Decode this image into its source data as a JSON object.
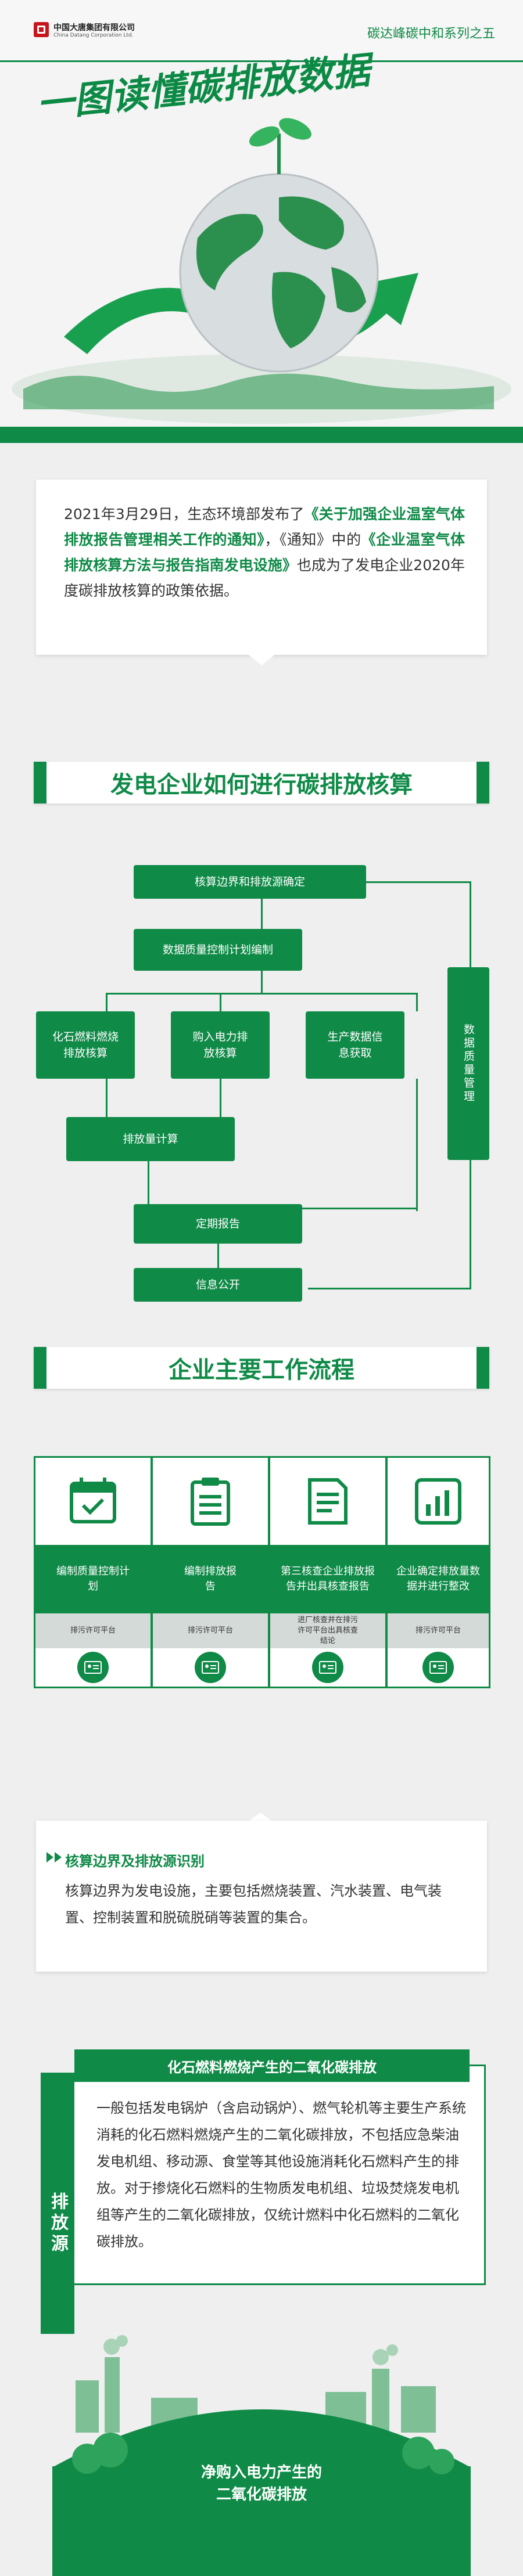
{
  "header": {
    "company_cn": "中国大唐集团有限公司",
    "company_en": "China Datang Corporation Ltd.",
    "series": "碳达峰碳中和系列之五"
  },
  "hero": {
    "title": "一图读懂碳排放数据"
  },
  "intro": {
    "p1": "2021年3月29日，生态环境部发布了",
    "hl1": "《关于加强企业温室气体排放报告管理相关工作的通知》",
    "p2": "，《通知》中的",
    "hl2": "《企业温室气体排放核算方法与报告指南发电设施》",
    "p3": "也成为了发电企业2020年度碳排放核算的政策依据。"
  },
  "section1": {
    "title": "发电企业如何进行碳排放核算"
  },
  "flow": {
    "b1": "核算边界和排放源确定",
    "b2": "数据质量控制计划编制",
    "b3": "化石燃料燃烧排放核算",
    "b4": "购入电力排放核算",
    "b5": "生产数据信息获取",
    "b6": "排放量计算",
    "b7": "定期报告",
    "b8": "信息公开",
    "side": "数据质量管理"
  },
  "section2": {
    "title": "企业主要工作流程"
  },
  "process": [
    {
      "label": "编制质量控制计划",
      "sub": "排污许可平台",
      "icon": "calendar-check-icon"
    },
    {
      "label": "编制排放报告",
      "sub": "排污许可平台",
      "icon": "clipboard-icon"
    },
    {
      "label": "第三核查企业排放报告并出具核查报告",
      "sub": "进厂核查并在排污许可平台出具核查结论",
      "icon": "document-icon"
    },
    {
      "label": "企业确定排放量数据并进行整改",
      "sub": "排污许可平台",
      "icon": "bar-chart-icon"
    }
  ],
  "identification": {
    "title": "核算边界及排放源识别",
    "text": "核算边界为发电设施，主要包括燃烧装置、汽水装置、电气装置、控制装置和脱硫脱硝等装置的集合。"
  },
  "emission": {
    "side_label": "排放源",
    "heading": "化石燃料燃烧产生的二氧化碳排放",
    "text": "一般包括发电锅炉（含启动锅炉）、燃气轮机等主要生产系统消耗的化石燃料燃烧产生的二氧化碳排放，不包括应急柴油发电机组、移动源、食堂等其他设施消耗化石燃料产生的排放。对于掺烧化石燃料的生物质发电机组、垃圾焚烧发电机组等产生的二氧化碳排放，仅统计燃料中化石燃料的二氧化碳排放。",
    "bottom_line1": "净购入电力产生的",
    "bottom_line2": "二氧化碳排放"
  },
  "colors": {
    "primary": "#0f8a47",
    "accent_red": "#c8151d"
  }
}
